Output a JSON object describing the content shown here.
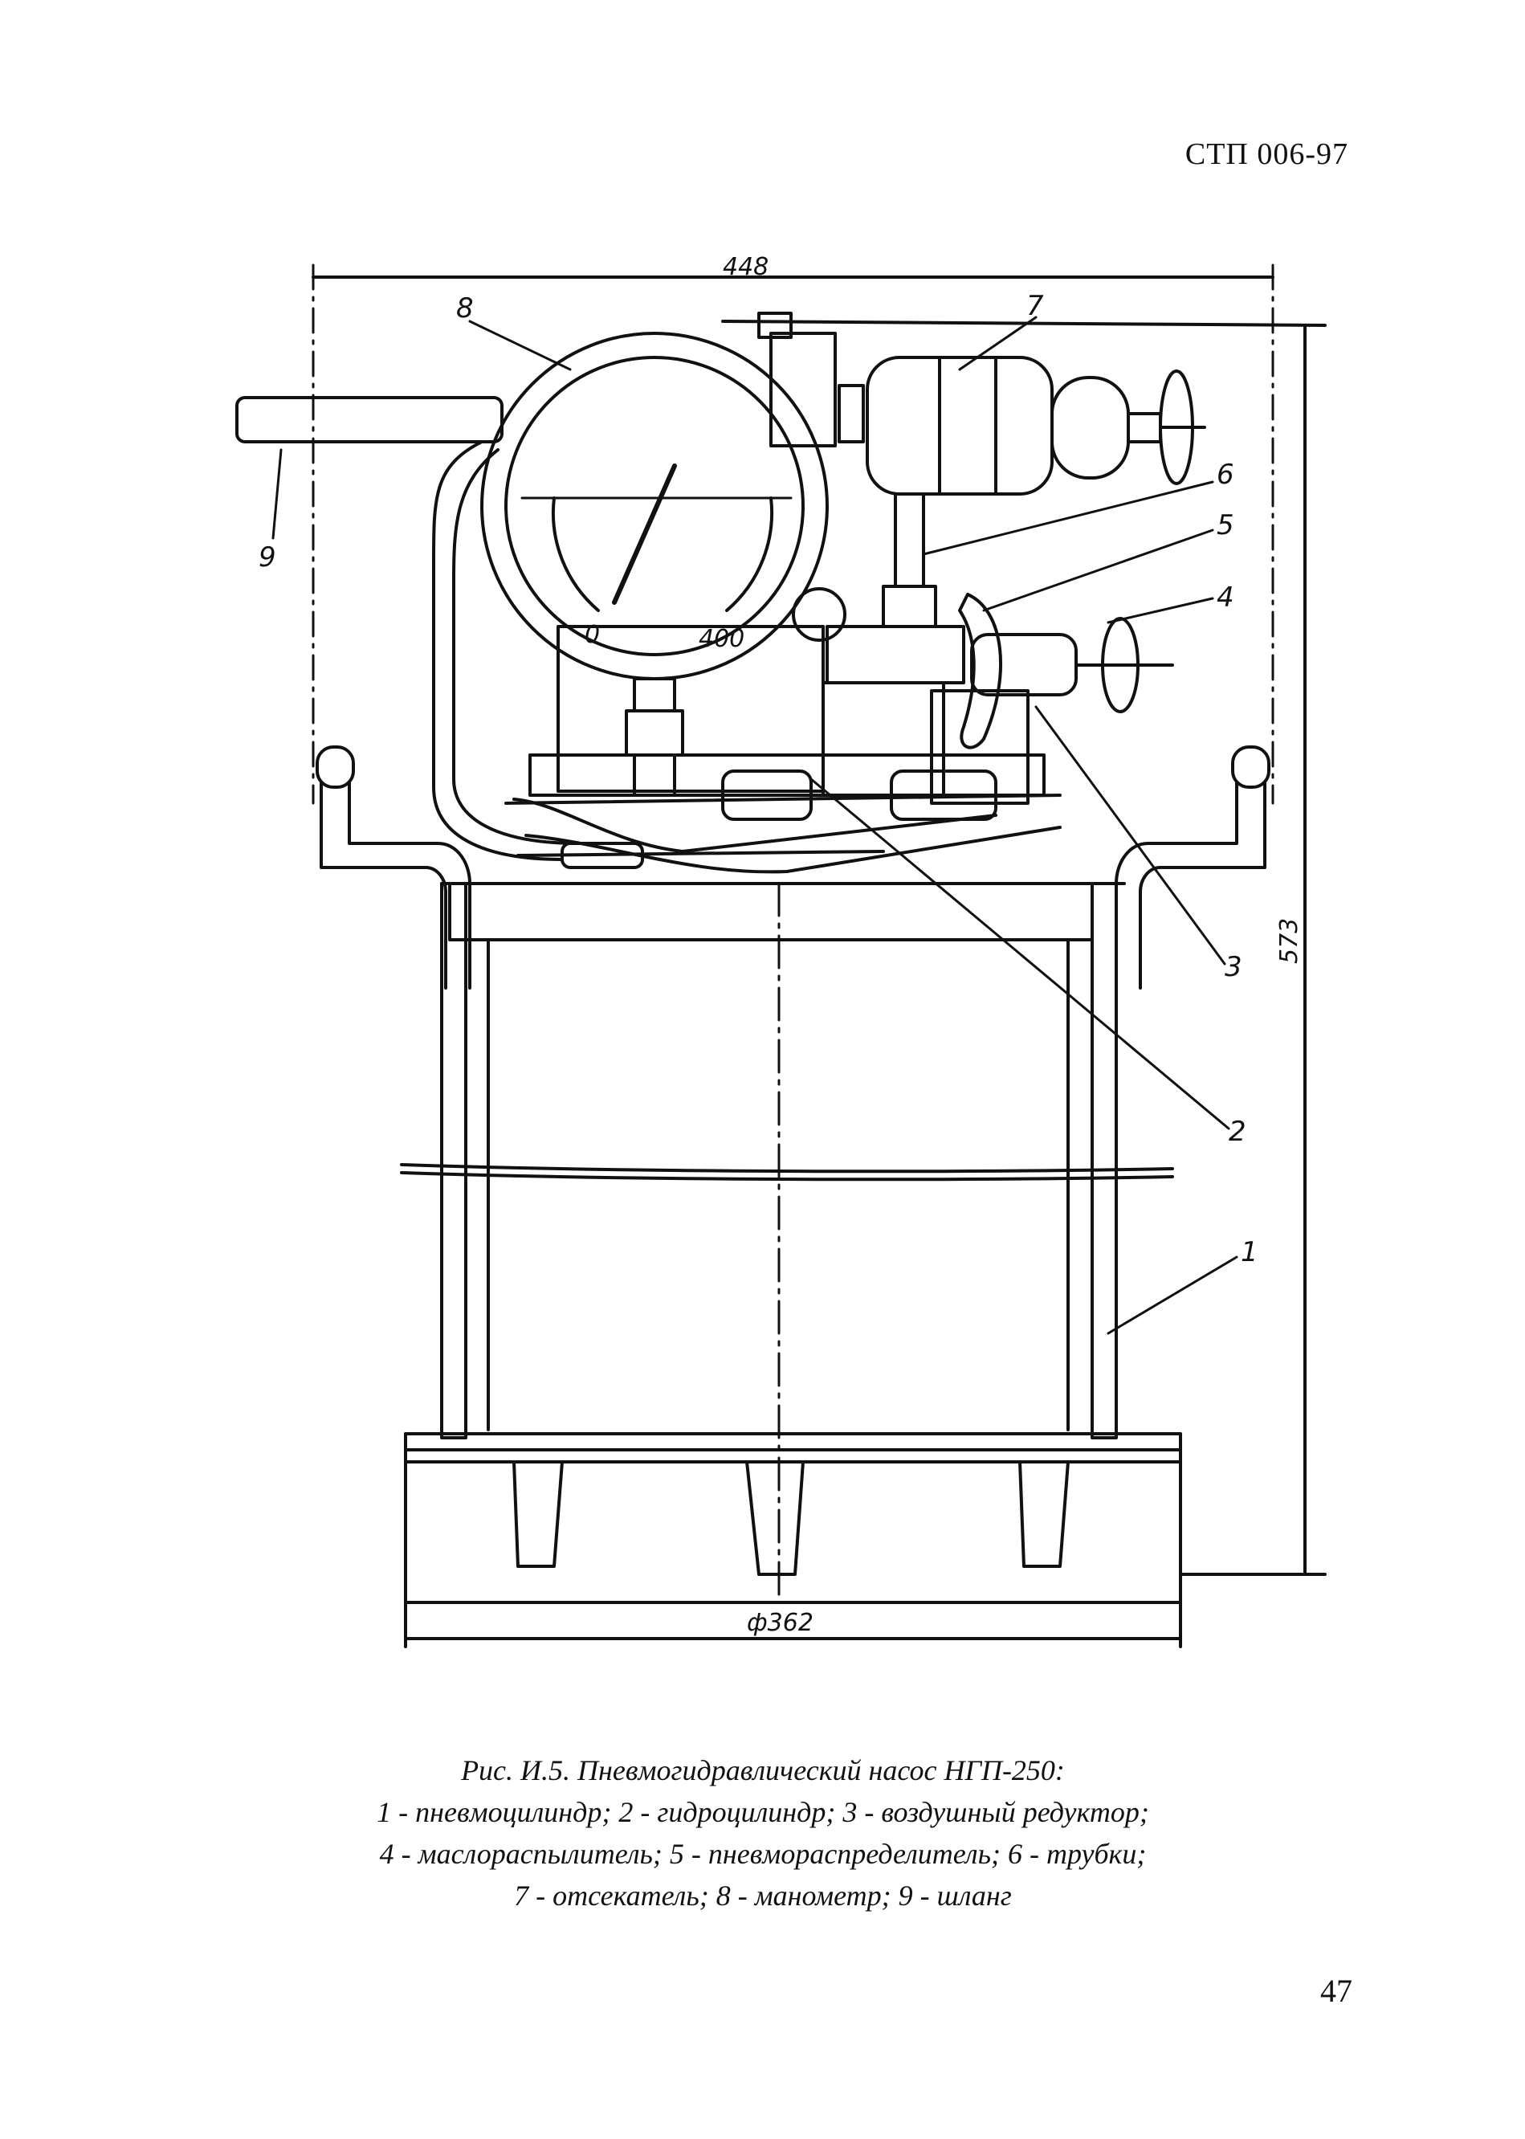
{
  "header": {
    "doc_code": "СТП 006-97"
  },
  "figure": {
    "dimensions": {
      "width_top": "448",
      "height_right": "573",
      "base_diameter": "ф362"
    },
    "gauge": {
      "scale_min": "0",
      "scale_max": "400"
    },
    "callouts": [
      "1",
      "2",
      "3",
      "4",
      "5",
      "6",
      "7",
      "8",
      "9"
    ]
  },
  "caption": {
    "line1": "Рис. И.5. Пневмогидравлический насос НГП-250:",
    "line2": "1 - пневмоцилиндр; 2 - гидроцилиндр; 3 - воздушный редуктор;",
    "line3": "4 - маслораспылитель; 5 - пневмораспределитель; 6 - трубки;",
    "line4": "7 - отсекатель; 8 - манометр; 9 - шланг"
  },
  "footer": {
    "page_number": "47"
  }
}
